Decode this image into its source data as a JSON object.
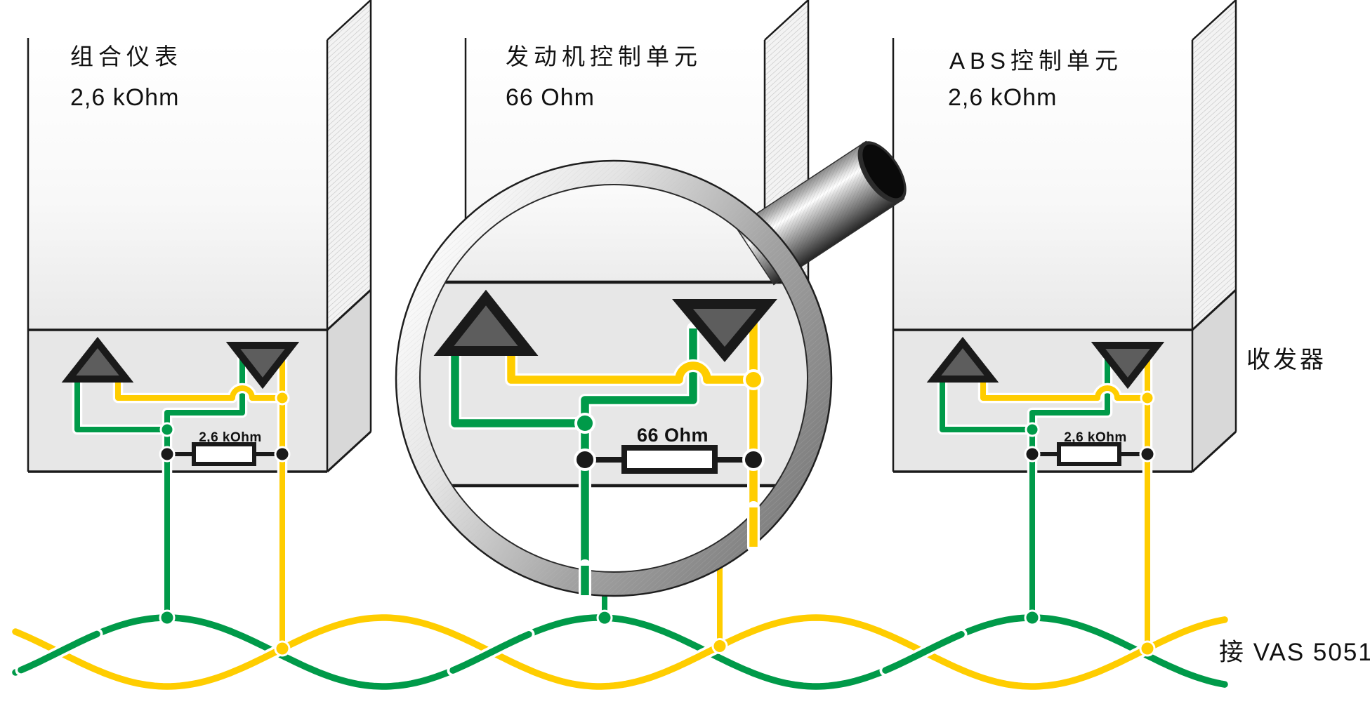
{
  "control_units": [
    {
      "name": "组合仪表",
      "resistance": "2,6 kOhm",
      "terminating_resistor": "2,6 kOhm"
    },
    {
      "name": "发动机控制单元",
      "resistance": "66 Ohm",
      "terminating_resistor": "66 Ohm"
    },
    {
      "name": "ABS控制单元",
      "resistance": "2,6 kOhm",
      "terminating_resistor": "2,6 kOhm"
    }
  ],
  "annotations": {
    "transceiver_label": "收发器",
    "bus_label": "接 VAS 5051"
  },
  "icons": {
    "transmit": "triangle-up-icon",
    "receive": "triangle-down-icon",
    "magnifier": "magnifying-glass-icon",
    "resistor": "resistor-box-icon"
  },
  "colors": {
    "wire_green": "#009a49",
    "wire_yellow": "#ffcd00",
    "outline": "#1a1a1a",
    "panel_gray": "#e7e7e7",
    "side_gray": "#d8d8d8",
    "hatch_base": "#f3f3f3"
  }
}
